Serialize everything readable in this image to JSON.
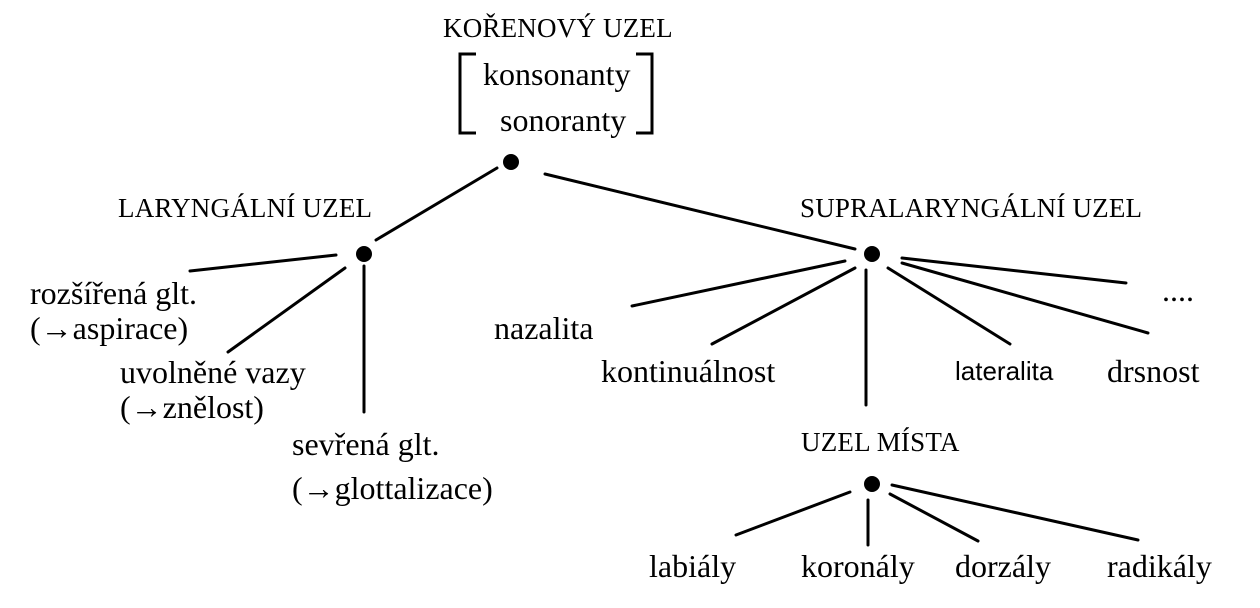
{
  "root": {
    "title": "KOŘENOVÝ UZEL",
    "features": [
      "konsonanty",
      "sonoranty"
    ]
  },
  "laryngeal": {
    "title": "LARYNGÁLNÍ UZEL",
    "spread": {
      "label": "rozšířená glt.",
      "effect": "(→aspirace)"
    },
    "slack": {
      "label": "uvolněné vazy",
      "effect": "(→znělost)"
    },
    "constricted": {
      "label": "sevřená glt.",
      "effect": "(→glottalizace)"
    }
  },
  "supralaryngeal": {
    "title": "SUPRALARYNGÁLNÍ UZEL",
    "nasal": "nazalita",
    "continuant": "kontinuálnost",
    "lateral": "lateralita",
    "strident": "drsnost",
    "ellipsis": "...."
  },
  "place": {
    "title": "UZEL MÍSTA",
    "labial": "labiály",
    "coronal": "koronály",
    "dorsal": "dorzály",
    "radical": "radikály"
  }
}
